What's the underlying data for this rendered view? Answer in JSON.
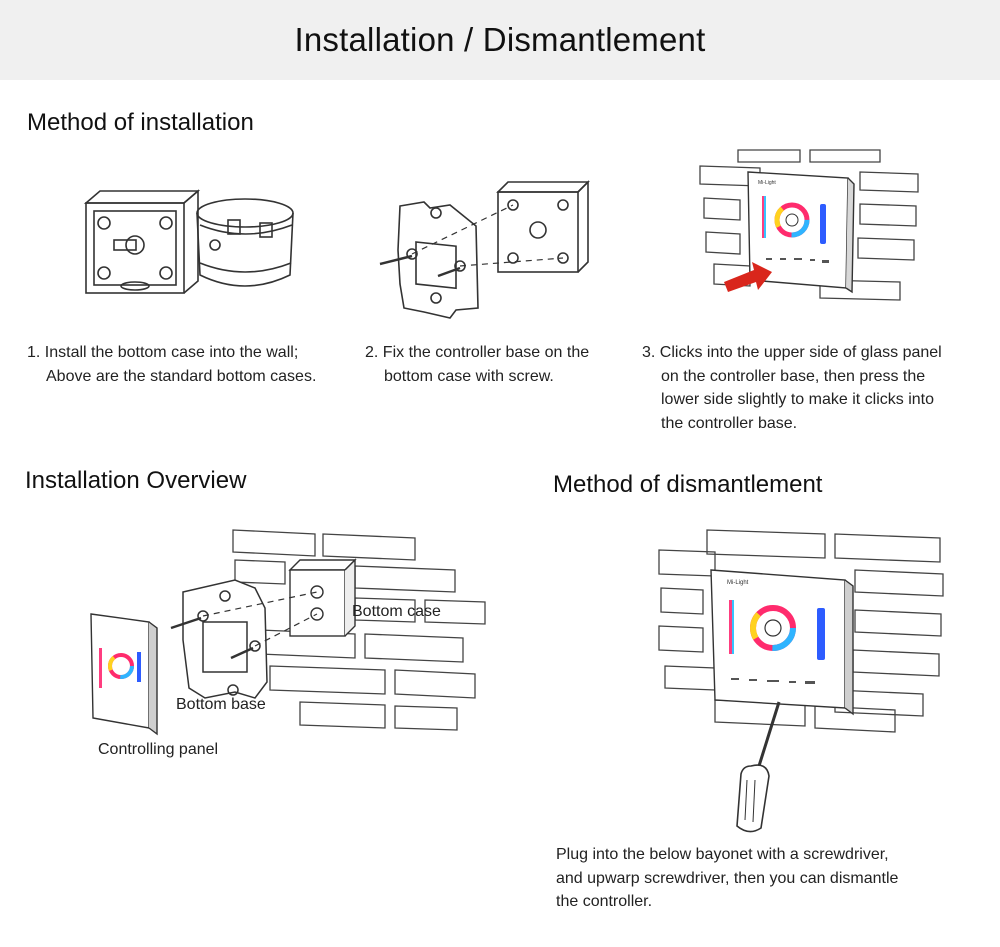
{
  "banner": {
    "title": "Installation / Dismantlement"
  },
  "sections": {
    "installation_method": "Method of installation",
    "overview": "Installation Overview",
    "dismantlement": "Method of dismantlement"
  },
  "steps": [
    {
      "line1": "1. Install the bottom case into the wall;",
      "rest": [
        "Above are the standard bottom cases."
      ]
    },
    {
      "line1": "2. Fix the controller base on the",
      "rest": [
        "bottom case with screw."
      ]
    },
    {
      "line1": "3. Clicks into the upper side of glass panel",
      "rest": [
        "on the controller base, then press the",
        "lower side slightly to make it clicks into",
        "the controller base."
      ]
    }
  ],
  "overview_labels": {
    "bottom_case": "Bottom case",
    "bottom_base": "Bottom base",
    "controlling_panel": "Controlling panel"
  },
  "dismantle_text": [
    "Plug into the below bayonet with a screwdriver,",
    "and upwarp screwdriver, then you can dismantle",
    "the controller."
  ],
  "panel_brand": "Mi-Light",
  "colors": {
    "banner_bg": "#f0f0f0",
    "arrow": "#d9261c",
    "line": "#333333"
  }
}
